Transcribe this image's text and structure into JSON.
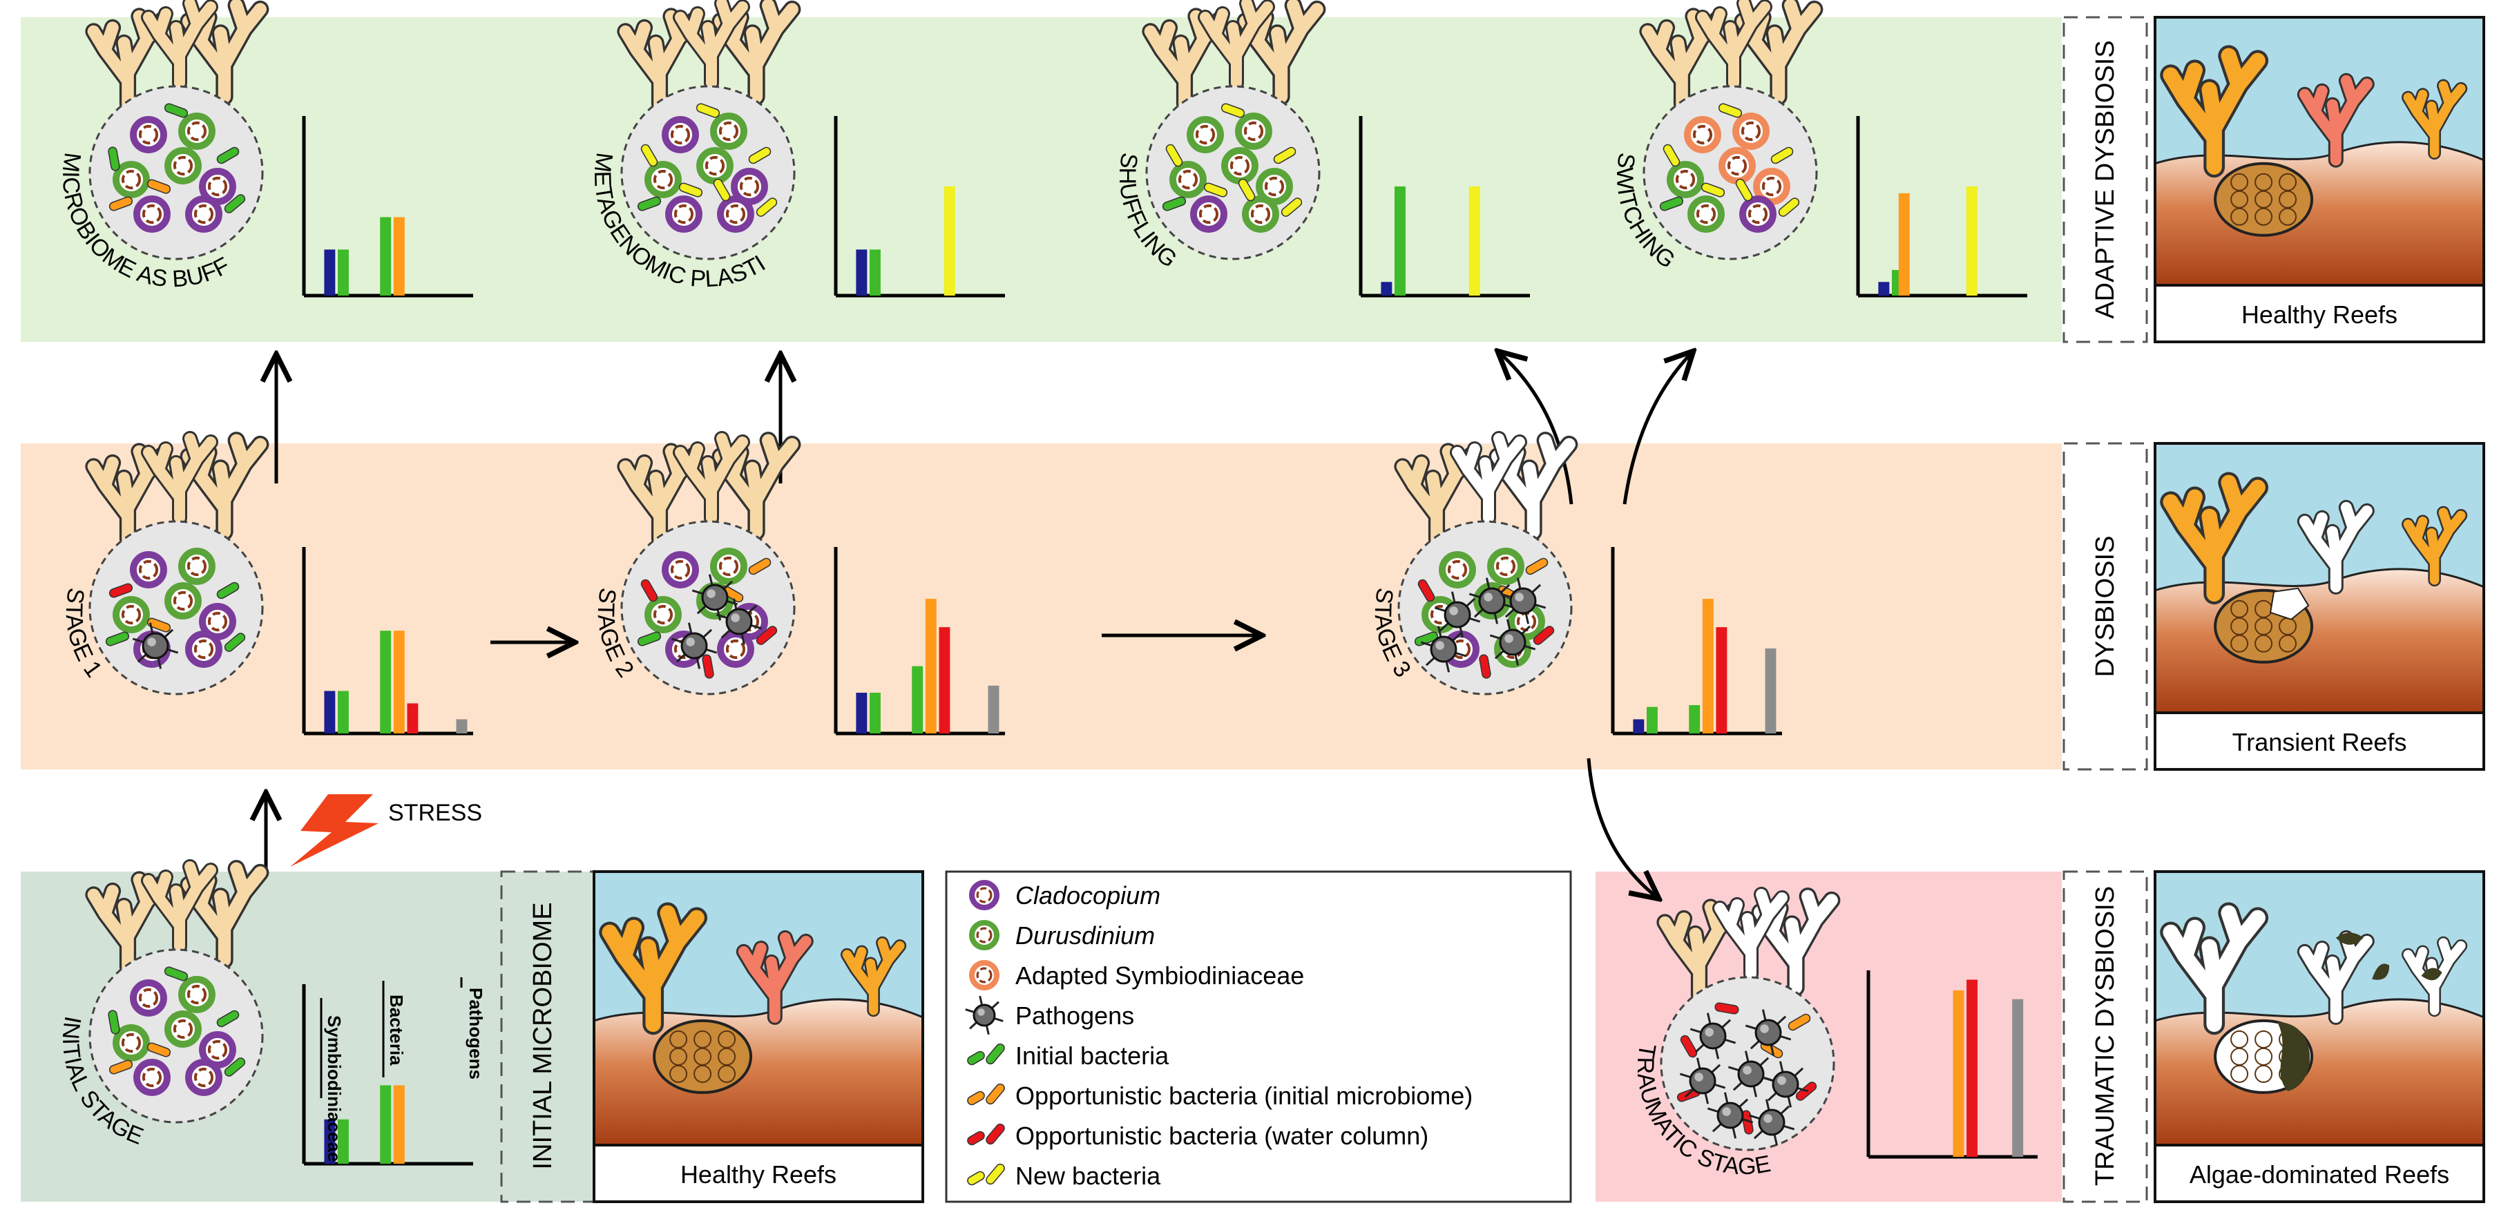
{
  "rows": {
    "adaptive": {
      "side_label": "ADAPTIVE DYSBIOSIS",
      "reef_caption": "Healthy Reefs",
      "colors": {
        "band": "#e1f2d6"
      },
      "panels": [
        {
          "label": "MICROBIOME AS BUFFER",
          "bars": [
            {
              "name": "Cladocopium",
              "value": 0.27
            },
            {
              "name": "Durusdinium",
              "value": 0.27
            },
            {
              "name": "Initial bacteria",
              "value": 0.46
            },
            {
              "name": "Opportunistic initial",
              "value": 0.46
            }
          ]
        },
        {
          "label": "METAGENOMIC PLASTICITY",
          "bars": [
            {
              "name": "Cladocopium",
              "value": 0.27
            },
            {
              "name": "Durusdinium",
              "value": 0.27
            },
            {
              "name": "New bacteria",
              "value": 0.64
            }
          ]
        },
        {
          "label": "SHUFFLING",
          "bars": [
            {
              "name": "Cladocopium",
              "value": 0.08
            },
            {
              "name": "Durusdinium",
              "value": 0.64
            },
            {
              "name": "New bacteria",
              "value": 0.64
            }
          ]
        },
        {
          "label": "SWITCHING",
          "bars": [
            {
              "name": "Cladocopium",
              "value": 0.08
            },
            {
              "name": "Durusdinium",
              "value": 0.15
            },
            {
              "name": "Adapted",
              "value": 0.6
            },
            {
              "name": "New bacteria",
              "value": 0.64
            }
          ]
        }
      ]
    },
    "dysbiosis": {
      "side_label": "DYSBIOSIS",
      "reef_caption": "Transient Reefs",
      "colors": {
        "band": "#fde3cb"
      },
      "panels": [
        {
          "label": "STAGE 1",
          "bars": [
            {
              "name": "Cladocopium",
              "value": 0.24
            },
            {
              "name": "Durusdinium",
              "value": 0.24
            },
            {
              "name": "Initial bacteria",
              "value": 0.58
            },
            {
              "name": "Opportunistic initial",
              "value": 0.58
            },
            {
              "name": "Opportunistic water",
              "value": 0.17
            },
            {
              "name": "Pathogens",
              "value": 0.08
            }
          ]
        },
        {
          "label": "STAGE 2",
          "bars": [
            {
              "name": "Cladocopium",
              "value": 0.23
            },
            {
              "name": "Durusdinium",
              "value": 0.23
            },
            {
              "name": "Initial bacteria",
              "value": 0.38
            },
            {
              "name": "Opportunistic initial",
              "value": 0.76
            },
            {
              "name": "Opportunistic water",
              "value": 0.6
            },
            {
              "name": "Pathogens",
              "value": 0.27
            }
          ]
        },
        {
          "label": "STAGE 3",
          "bars": [
            {
              "name": "Cladocopium",
              "value": 0.08
            },
            {
              "name": "Durusdinium",
              "value": 0.15
            },
            {
              "name": "Initial bacteria",
              "value": 0.16
            },
            {
              "name": "Opportunistic initial",
              "value": 0.76
            },
            {
              "name": "Opportunistic water",
              "value": 0.6
            },
            {
              "name": "Pathogens",
              "value": 0.48
            }
          ]
        }
      ]
    },
    "initial": {
      "side_label": "INITIAL MICROBIOME",
      "reef_caption": "Healthy Reefs",
      "stress_label": "STRESS",
      "colors": {
        "band": "#d3e2d6"
      },
      "panel": {
        "label": "INITIAL STAGE",
        "axis_labels": [
          "Symbiodiniaceae",
          "Bacteria",
          "Pathogens"
        ],
        "bars": [
          {
            "name": "Cladocopium",
            "value": 0.26
          },
          {
            "name": "Durusdinium",
            "value": 0.26
          },
          {
            "name": "Initial bacteria",
            "value": 0.46
          },
          {
            "name": "Opportunistic initial",
            "value": 0.46
          }
        ]
      }
    },
    "traumatic": {
      "side_label": "TRAUMATIC DYSBIOSIS",
      "reef_caption": "Algae-dominated Reefs",
      "colors": {
        "band": "#fccfd3"
      },
      "panel": {
        "label": "TRAUMATIC STAGE",
        "bars": [
          {
            "name": "Opportunistic initial",
            "value": 0.94
          },
          {
            "name": "Opportunistic water",
            "value": 1.0
          },
          {
            "name": "Pathogens",
            "value": 0.89
          }
        ]
      }
    }
  },
  "legend": {
    "items": [
      {
        "label": "Cladocopium",
        "italic": true,
        "icon": "cladocopium-icon"
      },
      {
        "label": "Durusdinium",
        "italic": true,
        "icon": "durusdinium-icon"
      },
      {
        "label": "Adapted Symbiodiniaceae",
        "italic": false,
        "icon": "adapted-symbiodiniaceae-icon"
      },
      {
        "label": "Pathogens",
        "italic": false,
        "icon": "pathogen-icon"
      },
      {
        "label": "Initial bacteria",
        "italic": false,
        "icon": "initial-bacteria-icon"
      },
      {
        "label": "Opportunistic bacteria (initial microbiome)",
        "italic": false,
        "icon": "opportunistic-initial-bacteria-icon"
      },
      {
        "label": "Opportunistic bacteria (water column)",
        "italic": false,
        "icon": "opportunistic-water-bacteria-icon"
      },
      {
        "label": "New bacteria",
        "italic": false,
        "icon": "new-bacteria-icon"
      }
    ]
  },
  "colors": {
    "Cladocopium": "#1b1f8f",
    "Durusdinium": "#3fba2a",
    "Adapted": "#ff9a1a",
    "Initial bacteria": "#3fba2a",
    "Opportunistic initial": "#ff9a1a",
    "Opportunistic water": "#e8161c",
    "New bacteria": "#f2f01e",
    "Pathogens": "#8c8c8c",
    "cladocopium_ring": "#7c3c9c",
    "durusdinium_ring": "#5aa43a",
    "adapted_ring": "#f08a5a",
    "water": "#aedbe8",
    "sediment": "#c0551f",
    "coral_healthy": "#f7a828",
    "coral_pink": "#f27c66",
    "coral_bleached": "#ffffff",
    "algae": "#3d3d1f"
  }
}
